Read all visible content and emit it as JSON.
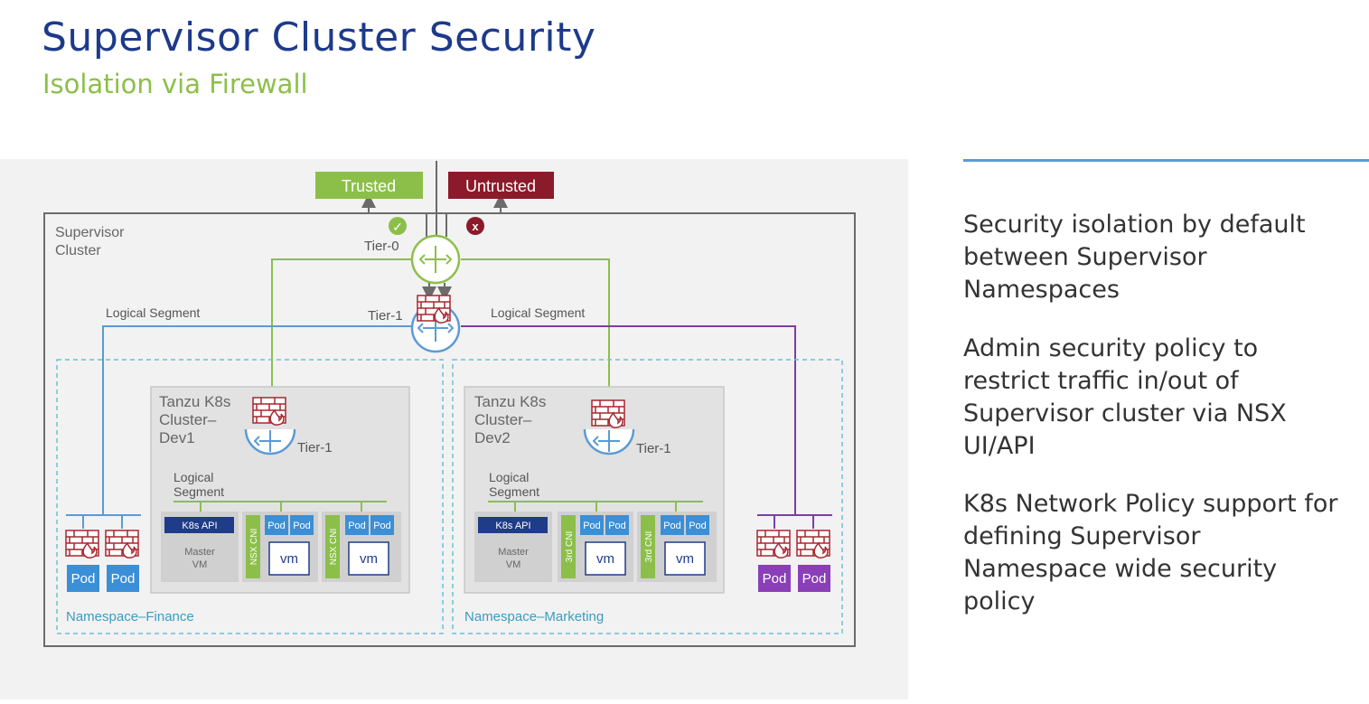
{
  "slide": {
    "title": "Supervisor Cluster Security",
    "subtitle": "Isolation via Firewall"
  },
  "diagram": {
    "trusted_label": "Trusted",
    "untrusted_label": "Untrusted",
    "allow_glyph": "✓",
    "deny_glyph": "x",
    "supervisor_line1": "Supervisor",
    "supervisor_line2": "Cluster",
    "tier0_label": "Tier-0",
    "tier1_main_label": "Tier-1",
    "logical_segment_left": "Logical Segment",
    "logical_segment_right": "Logical Segment",
    "namespace_finance": "Namespace–Finance",
    "namespace_marketing": "Namespace–Marketing",
    "cluster_dev1": {
      "line1": "Tanzu  K8s",
      "line2": "Cluster–",
      "line3": "Dev1",
      "tier1": "Tier-1",
      "seg1": "Logical",
      "seg2": "Segment",
      "cni": "NSX CNI"
    },
    "cluster_dev2": {
      "line1": "Tanzu K8s",
      "line2": "Cluster–",
      "line3": "Dev2",
      "tier1": "Tier-1",
      "seg1": "Logical",
      "seg2": "Segment",
      "cni": "3rd CNI"
    },
    "k8s_api": "K8s API",
    "master_vm_1": "Master",
    "master_vm_2": "VM",
    "pod": "Pod",
    "vm": "vm"
  },
  "bullets": [
    "Security isolation by default between Supervisor Namespaces",
    "Admin security policy to restrict traffic in/out of Supervisor cluster via NSX UI/API",
    "K8s Network Policy support for defining Supervisor Namespace wide security policy"
  ],
  "colors": {
    "title": "#1d3a8a",
    "subtitle": "#8cbf4a",
    "green": "#8cbf4a",
    "blue": "#5b9bd5",
    "purple": "#7b3fa0",
    "firewall": "#a8262f",
    "namespace_border": "#6cc0d8",
    "k8s_api": "#1f3c88"
  }
}
